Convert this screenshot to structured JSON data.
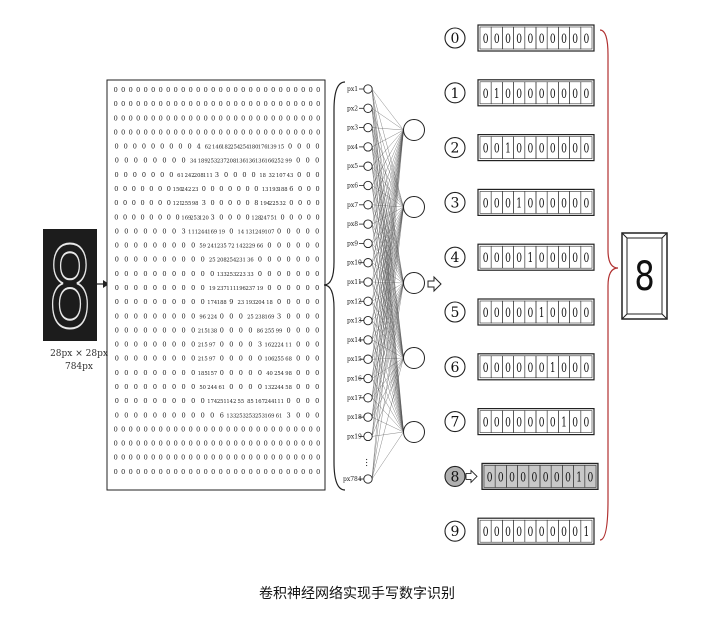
{
  "input_image": {
    "digit": "8",
    "dimensions": "28px × 28px",
    "pixel_count": "784px"
  },
  "pixel_grid": {
    "rows": [
      "0 0 0 0 0 0 0 0 0 0 0 0 0 0 0 0 0 0 0 0 0 0 0 0 0 0 0 0",
      "0 0 0 0 0 0 0 0 0 0 0 0 0 0 0 0 0 0 0 0 0 0 0 0 0 0 0 0",
      "0 0 0 0 0 0 0 0 0 0 0 0 0 0 0 0 0 0 0 0 0 0 0 0 0 0 0 0",
      "0 0 0 0 0 0 0 0 0 0 0 0 0 0 0 0 0 0 0 0 0 0 0 0 0 0 0 0",
      "0 0 0 0 0 0 0 0 0 4 62 146 182 254 254 180 176 139 15 0 0 0 0",
      "0 0 0 0 0 0 0 0 34 189 253 237 208 136 136 136 166 252 99 0 0 0",
      "0 0 0 0 0 0 0 61 242 208 111 3 0 0 0 0 18 32 107 43 0 0 0",
      "0 0 0 0 0 0 0 150 242 23 0 0 0 0 0 0 0 13 193 188 6 0 0 0",
      "0 0 0 0 0 0 0 121 255 98 3 0 0 0 0 0 8 194 225 32 0 0 0 0",
      "0 0 0 0 0 0 0 0 169 253 120 3 0 0 0 0 128 247 51 0 0 0 0 0",
      "0 0 0 0 0 0 0 3 111 244 169 19 0 14 131 249 107 0 0 0 0 0",
      "0 0 0 0 0 0 0 0 0 59 241 235 72 142 229 66 0 0 0 0 0 0",
      "0 0 0 0 0 0 0 0 0 0 25 208 254 231 36 0 0 0 0 0 0 0",
      "0 0 0 0 0 0 0 0 0 0 0 133 253 223 33 0 0 0 0 0 0 0",
      "0 0 0 0 0 0 0 0 0 0 19 237 111 196 237 19 0 0 0 0 0 0",
      "0 0 0 0 0 0 0 0 0 0 174 188 9 23 193 204 18 0 0 0 0 0",
      "0 0 0 0 0 0 0 0 0 96 224 0 0 0 25 238 169 3 0 0 0 0",
      "0 0 0 0 0 0 0 0 0 215 138 0 0 0 0 86 255 99 0 0 0 0",
      "0 0 0 0 0 0 0 0 0 215 97 0 0 0 0 3 162 224 11 0 0 0",
      "0 0 0 0 0 0 0 0 0 215 97 0 0 0 0 0 106 255 68 0 0 0",
      "0 0 0 0 0 0 0 0 0 185 157 0 0 0 0 0 40 254 98 0 0 0",
      "0 0 0 0 0 0 0 0 0 50 244 61 0 0 0 0 132 244 58 0 0 0",
      "0 0 0 0 0 0 0 0 0 0 174 251 142 55 85 167 244 111 0 0 0 0",
      "0 0 0 0 0 0 0 0 0 0 0 6 133 253 253 253 169 61 3 0 0 0",
      "0 0 0 0 0 0 0 0 0 0 0 0 0 0 0 0 0 0 0 0 0 0 0 0 0 0 0 0",
      "0 0 0 0 0 0 0 0 0 0 0 0 0 0 0 0 0 0 0 0 0 0 0 0 0 0 0 0",
      "0 0 0 0 0 0 0 0 0 0 0 0 0 0 0 0 0 0 0 0 0 0 0 0 0 0 0 0",
      "0 0 0 0 0 0 0 0 0 0 0 0 0 0 0 0 0 0 0 0 0 0 0 0 0 0 0 0"
    ]
  },
  "input_nodes": [
    "px1",
    "px2",
    "px3",
    "px4",
    "px5",
    "px6",
    "px7",
    "px8",
    "px9",
    "px10",
    "px11",
    "px12",
    "px13",
    "px14",
    "px15",
    "px16",
    "px17",
    "px18",
    "px19"
  ],
  "input_ellipsis": "…",
  "last_input_node": "px784",
  "outputs": [
    {
      "label": "0",
      "vector": [
        "0",
        "0",
        "0",
        "0",
        "0",
        "0",
        "0",
        "0",
        "0",
        "0"
      ],
      "highlighted": false
    },
    {
      "label": "1",
      "vector": [
        "0",
        "1",
        "0",
        "0",
        "0",
        "0",
        "0",
        "0",
        "0",
        "0"
      ],
      "highlighted": false
    },
    {
      "label": "2",
      "vector": [
        "0",
        "0",
        "1",
        "0",
        "0",
        "0",
        "0",
        "0",
        "0",
        "0"
      ],
      "highlighted": false
    },
    {
      "label": "3",
      "vector": [
        "0",
        "0",
        "0",
        "1",
        "0",
        "0",
        "0",
        "0",
        "0",
        "0"
      ],
      "highlighted": false
    },
    {
      "label": "4",
      "vector": [
        "0",
        "0",
        "0",
        "0",
        "1",
        "0",
        "0",
        "0",
        "0",
        "0"
      ],
      "highlighted": false
    },
    {
      "label": "5",
      "vector": [
        "0",
        "0",
        "0",
        "0",
        "0",
        "1",
        "0",
        "0",
        "0",
        "0"
      ],
      "highlighted": false
    },
    {
      "label": "6",
      "vector": [
        "0",
        "0",
        "0",
        "0",
        "0",
        "0",
        "1",
        "0",
        "0",
        "0"
      ],
      "highlighted": false
    },
    {
      "label": "7",
      "vector": [
        "0",
        "0",
        "0",
        "0",
        "0",
        "0",
        "0",
        "1",
        "0",
        "0"
      ],
      "highlighted": false
    },
    {
      "label": "8",
      "vector": [
        "0",
        "0",
        "0",
        "0",
        "0",
        "0",
        "0",
        "0",
        "1",
        "0"
      ],
      "highlighted": true
    },
    {
      "label": "9",
      "vector": [
        "0",
        "0",
        "0",
        "0",
        "0",
        "0",
        "0",
        "0",
        "0",
        "1"
      ],
      "highlighted": false
    }
  ],
  "result": "8",
  "caption": "卷积神经网络实现手写数字识别",
  "colors": {
    "line": "#222222",
    "highlight_fill": "#c8c8c8",
    "brace": "#b03030",
    "image_bg": "#1c1c1c",
    "digit_stroke": "#e8e8e8"
  }
}
